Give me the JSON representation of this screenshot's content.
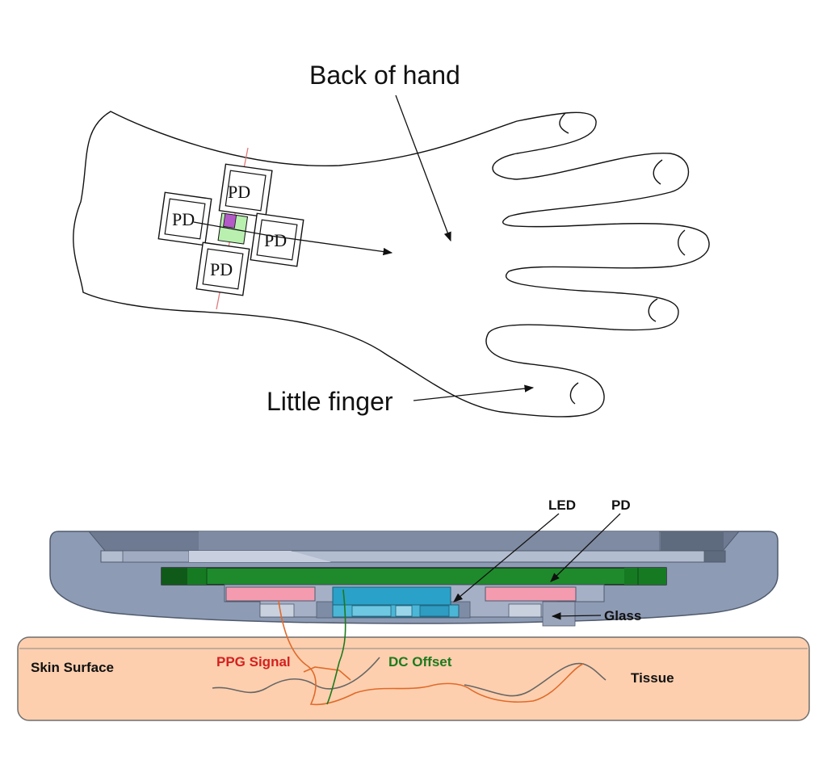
{
  "labels": {
    "back_of_hand": "Back of hand",
    "little_finger": "Little finger",
    "pd_sensor": "PD",
    "led": "LED",
    "pd": "PD",
    "glass": "Glass",
    "skin_surface": "Skin Surface",
    "ppg_signal": "PPG Signal",
    "dc_offset": "DC Offset",
    "tissue": "Tissue"
  },
  "colors": {
    "outline": "#111111",
    "device_body": "#8e9bb5",
    "device_dark": "#5f6b80",
    "pcb_green": "#1e8a2c",
    "pcb_dark": "#0f5a18",
    "pink_pad": "#f59bb0",
    "led_blue": "#2aa1c8",
    "tissue_fill": "#fdcfae",
    "ppg_red": "#d42020",
    "dc_green": "#1d7a1d",
    "wave_orange": "#e06a2a",
    "wave_gray": "#666666",
    "led_square": "#b35ac8",
    "center_square": "#b9f0b0",
    "red_line": "#e07a7a"
  }
}
